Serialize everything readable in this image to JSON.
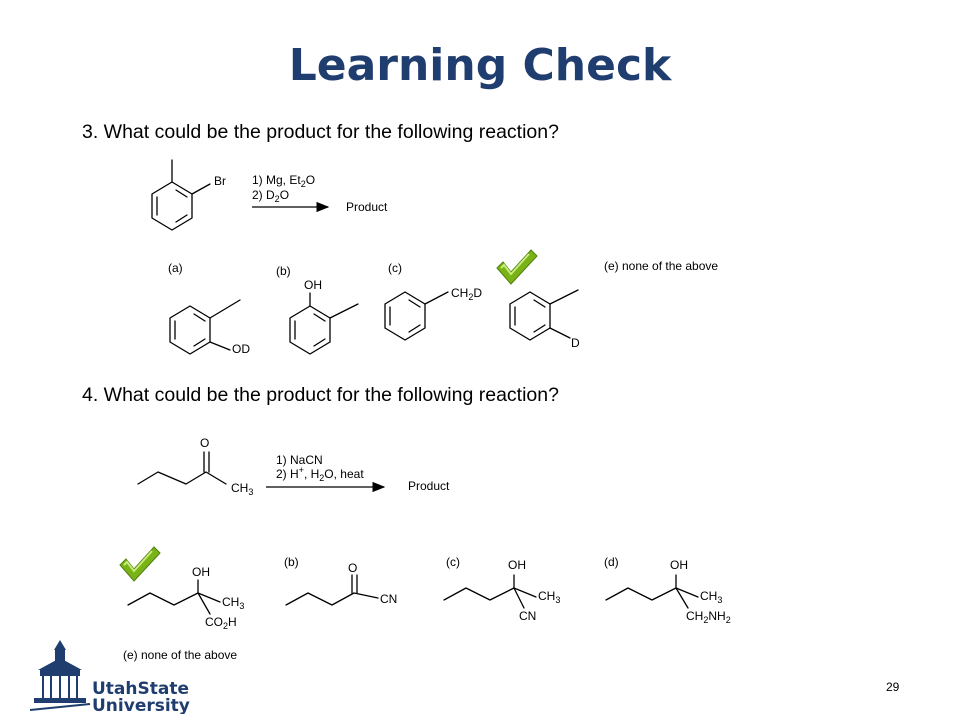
{
  "slide": {
    "title": "Learning Check",
    "page_number": "29"
  },
  "question3": {
    "prompt": "3. What could be the product for the following reaction?",
    "substituent": "Br",
    "cond1_a": "1) Mg, Et",
    "cond1_sub": "2",
    "cond1_b": "O",
    "cond2_a": "2) D",
    "cond2_sub": "2",
    "cond2_b": "O",
    "product": "Product",
    "options": {
      "a": {
        "label": "(a)",
        "group": "OD"
      },
      "b": {
        "label": "(b)",
        "group": "OH"
      },
      "c": {
        "label": "(c)",
        "group_a": "CH",
        "group_sub": "2",
        "group_b": "D"
      },
      "d": {
        "group": "D",
        "correct": true
      },
      "e": {
        "label": "(e) none of the above"
      }
    }
  },
  "question4": {
    "prompt": "4. What could be the product for the following reaction?",
    "carbonyl_o": "O",
    "methyl_a": "CH",
    "methyl_sub": "3",
    "cond1": "1) NaCN",
    "cond2_a": "2) H",
    "cond2_sup": "+",
    "cond2_b": ", H",
    "cond2_sub": "2",
    "cond2_c": "O, heat",
    "product": "Product",
    "options": {
      "a": {
        "oh": "OH",
        "ch3_a": "CH",
        "ch3_sub": "3",
        "acid_a": "CO",
        "acid_sub": "2",
        "acid_b": "H",
        "correct": true
      },
      "b": {
        "label": "(b)",
        "o": "O",
        "cn": "CN"
      },
      "c": {
        "label": "(c)",
        "oh": "OH",
        "ch3_a": "CH",
        "ch3_sub": "3",
        "cn": "CN"
      },
      "d": {
        "label": "(d)",
        "oh": "OH",
        "ch3_a": "CH",
        "ch3_sub": "3",
        "amine_a": "CH",
        "amine_sub1": "2",
        "amine_b": "NH",
        "amine_sub2": "2"
      },
      "e": {
        "label": "(e) none of the above"
      }
    }
  },
  "logo": {
    "line1": "UtahState",
    "line2": "University"
  },
  "colors": {
    "title": "#1f3d6e",
    "check": "#7ab317",
    "logo": "#1f3d6e"
  }
}
